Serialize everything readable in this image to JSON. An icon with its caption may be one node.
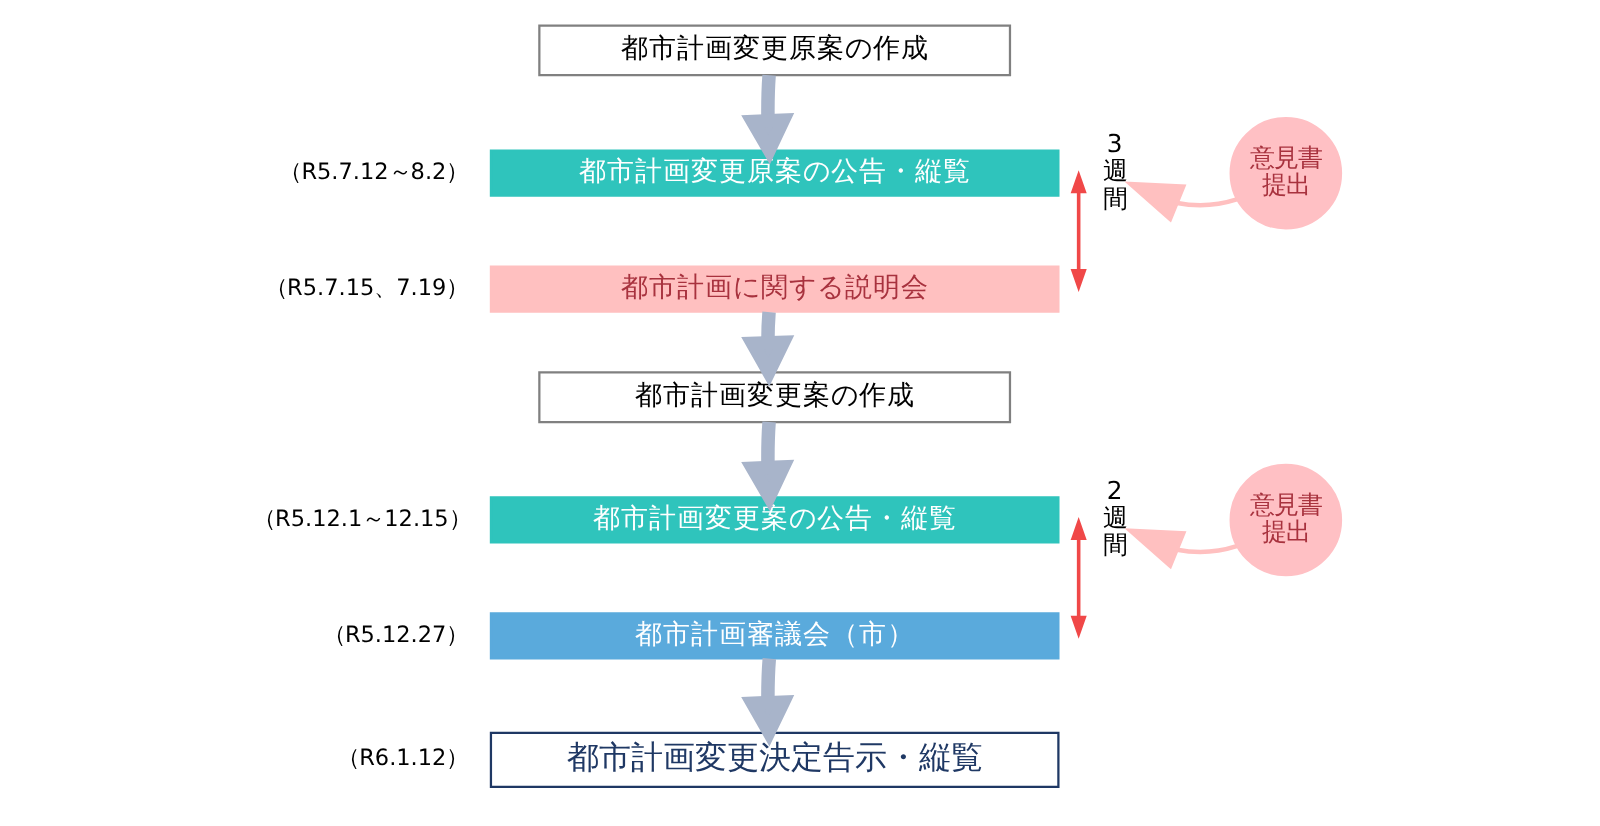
{
  "diagram": {
    "nodes": [
      {
        "text": [
          "都市計画変更原案の作成"
        ]
      },
      {
        "text": [
          "都市計画変更原案の公告・縦覧"
        ],
        "beside": [
          "（R5.7.12～8.2）"
        ]
      },
      {
        "text": [
          "3週間"
        ]
      },
      {
        "text": [
          "意見書提出"
        ]
      },
      {
        "text": [
          "都市計画に関する説明会"
        ],
        "beside": [
          "（R5.7.15、7.19）"
        ]
      },
      {
        "text": [
          "都市計画変更案の作成"
        ]
      },
      {
        "text": [
          "都市計画変更案の公告・縦覧"
        ],
        "beside": [
          "（R5.12.1～12.15）"
        ]
      },
      {
        "text": [
          "2週間"
        ]
      },
      {
        "text": [
          "意見書提出"
        ]
      },
      {
        "text": [
          "都市計画審議会（市）"
        ],
        "beside": [
          "（R5.12.27）"
        ]
      },
      {
        "text": [
          "都市計画変更決定告示・縦覧"
        ],
        "beside": [
          "（R6.1.12）"
        ]
      }
    ],
    "edges": [
      {
        "from": 0,
        "to": 1,
        "arrow": "to"
      },
      {
        "from": 3,
        "to": 2,
        "arrow": "to",
        "color": "#ffc0c0"
      },
      {
        "from": 4,
        "to": 5,
        "arrow": "to"
      },
      {
        "from": 5,
        "to": 6,
        "arrow": "to"
      },
      {
        "from": 8,
        "to": 7,
        "arrow": "to",
        "color": "#ffc0c0"
      },
      {
        "from": 9,
        "to": 10,
        "arrow": "to"
      }
    ]
  }
}
